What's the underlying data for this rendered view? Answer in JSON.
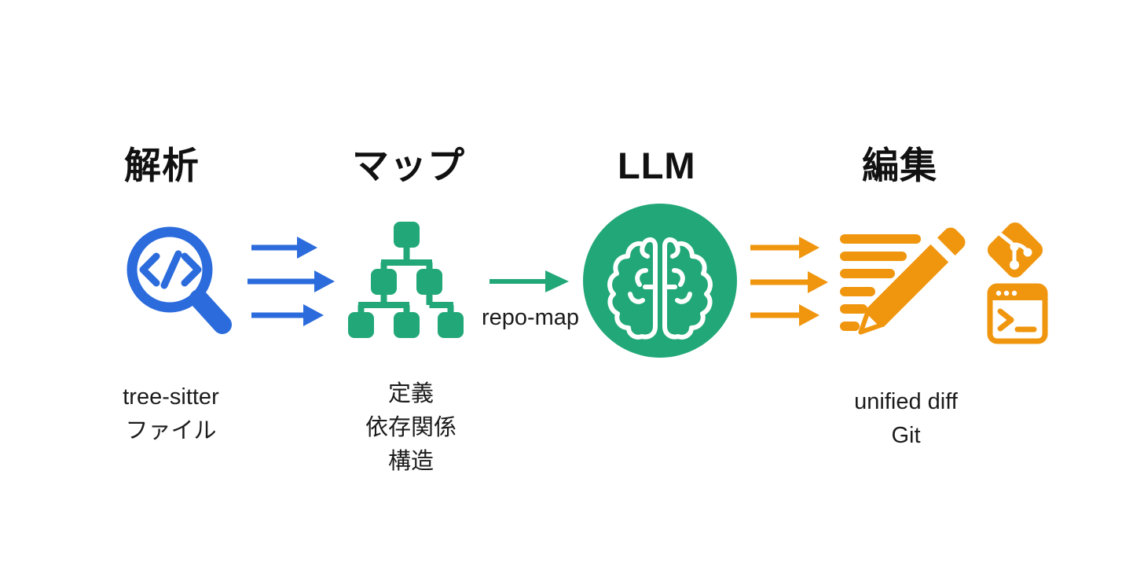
{
  "colors": {
    "blue": "#2B6BDC",
    "green": "#22A878",
    "orange": "#F0960E",
    "ink": "#111111",
    "background": "#FFFFFF"
  },
  "stages": {
    "analysis": {
      "title": "解析",
      "icon": "code-search-magnifier-icon",
      "labels": [
        "tree-sitter",
        "ファイル"
      ]
    },
    "map": {
      "title": "マップ",
      "icon": "hierarchy-tree-icon",
      "labels": [
        "定義",
        "依存関係",
        "構造"
      ]
    },
    "llm": {
      "title": "LLM",
      "icon": "brain-icon"
    },
    "edit": {
      "title": "編集",
      "icon": "pencil-edit-list-icon",
      "extra_icons": [
        "git-logo-icon",
        "terminal-window-icon"
      ],
      "labels": [
        "unified diff",
        "Git"
      ]
    }
  },
  "connectors": {
    "analysis_to_map": {
      "style": "triple-arrow-right",
      "color": "blue"
    },
    "map_to_llm": {
      "style": "single-arrow-right",
      "color": "green",
      "label": "repo-map"
    },
    "llm_to_edit": {
      "style": "triple-arrow-right",
      "color": "orange"
    }
  }
}
